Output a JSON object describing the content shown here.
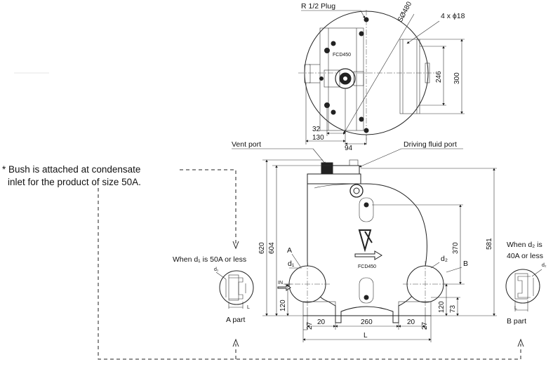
{
  "labels": {
    "plug": "R 1/2 Plug",
    "sphere": "SØ480",
    "holes": "4 x ϕ18",
    "vent_port": "Vent port",
    "driving_port": "Driving fluid port",
    "note_line1": "* Bush is attached at condensate",
    "note_line2": "inlet for the product of size 50A.",
    "when_d1_line1": "When d₁ is 50A or less",
    "when_d2_line1": "When d₂ is",
    "when_d2_line2": "40A or less",
    "d1_small": "d₁",
    "d2_small": "d₂",
    "d1": "d₁",
    "d2": "d₂",
    "A": "A",
    "B": "B",
    "IN": "IN",
    "L_small_left": "L",
    "L_small_right": "L",
    "L_bottom": "L",
    "a_part": "A part",
    "b_part": "B part",
    "model": "FCD450",
    "model_top": "FCD450"
  },
  "dims": {
    "d246": "246",
    "d300": "300",
    "d32": "32",
    "d130": "130",
    "d94": "94",
    "d620": "620",
    "d604": "604",
    "d581": "581",
    "d370": "370",
    "d120_left": "120",
    "d120_right": "120",
    "d73": "73",
    "d27": "27",
    "d20_left": "20",
    "d260": "260",
    "d20_right": "20",
    "d27_right": "27"
  }
}
